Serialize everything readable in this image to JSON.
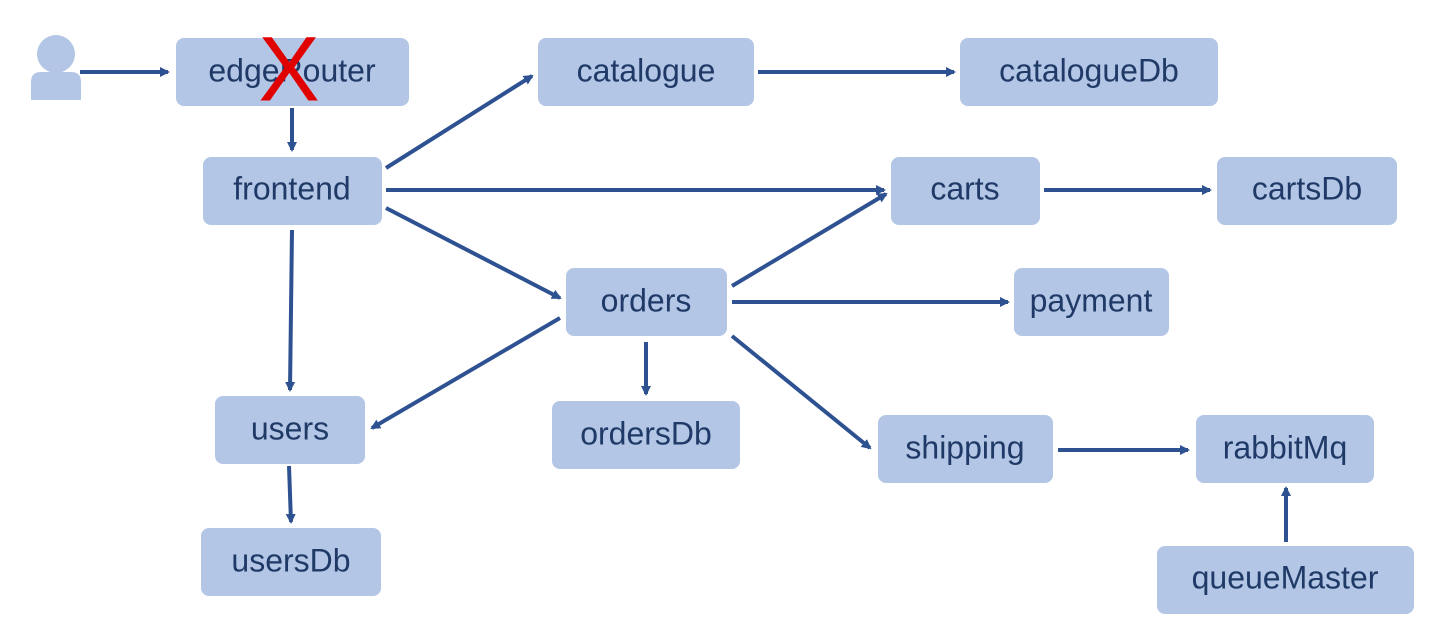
{
  "nodes": {
    "edgeRouter": "edgeRouter",
    "frontend": "frontend",
    "catalogue": "catalogue",
    "catalogueDb": "catalogueDb",
    "carts": "carts",
    "cartsDb": "cartsDb",
    "orders": "orders",
    "payment": "payment",
    "users": "users",
    "ordersDb": "ordersDb",
    "usersDb": "usersDb",
    "shipping": "shipping",
    "rabbitMq": "rabbitMq",
    "queueMaster": "queueMaster"
  },
  "failure_mark": "X",
  "icons": {
    "user": "user-icon"
  },
  "colors": {
    "node_fill": "#b3c6e6",
    "node_text": "#1f3a66",
    "edge": "#2e5291",
    "failure": "#e00000"
  },
  "edges": [
    [
      "user",
      "edgeRouter"
    ],
    [
      "edgeRouter",
      "frontend"
    ],
    [
      "frontend",
      "catalogue"
    ],
    [
      "catalogue",
      "catalogueDb"
    ],
    [
      "frontend",
      "carts"
    ],
    [
      "carts",
      "cartsDb"
    ],
    [
      "frontend",
      "orders"
    ],
    [
      "frontend",
      "users"
    ],
    [
      "orders",
      "carts"
    ],
    [
      "orders",
      "payment"
    ],
    [
      "orders",
      "users"
    ],
    [
      "orders",
      "ordersDb"
    ],
    [
      "orders",
      "shipping"
    ],
    [
      "users",
      "usersDb"
    ],
    [
      "shipping",
      "rabbitMq"
    ],
    [
      "queueMaster",
      "rabbitMq"
    ]
  ]
}
